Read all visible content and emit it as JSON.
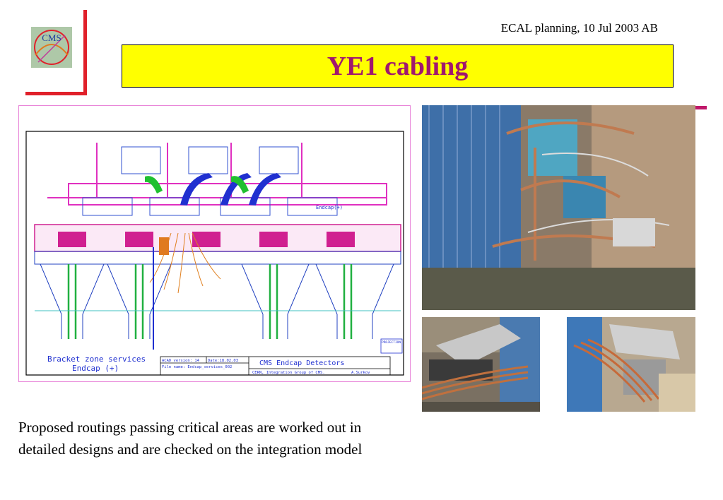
{
  "header": {
    "text": "ECAL planning, 10 Jul  2003 AB"
  },
  "logo": {
    "text": "CMS"
  },
  "title": "YE1 cabling",
  "drawing": {
    "label_line1": "Bracket  zone  services",
    "label_line2": "Endcap  (+)",
    "endcap_tag": "Endcap(+)",
    "acad_version": "ACAD  version:  14",
    "date": "Date:18.02.03",
    "file_name": "File  name:  Endcap_services_002",
    "project": "CMS  Endcap  Detectors",
    "group": "CERN,  Integration  Group  of  CMS.",
    "author": "A.Surkov",
    "projection": "PROJECTION"
  },
  "caption": {
    "line1": "Proposed routings passing critical areas are worked out in",
    "line2": "detailed designs and are checked on the integration model"
  },
  "colors": {
    "title_bg": "#ffff00",
    "title_text": "#a0186e",
    "accent_red": "#e0202a",
    "frame_pink": "#e883d8"
  }
}
